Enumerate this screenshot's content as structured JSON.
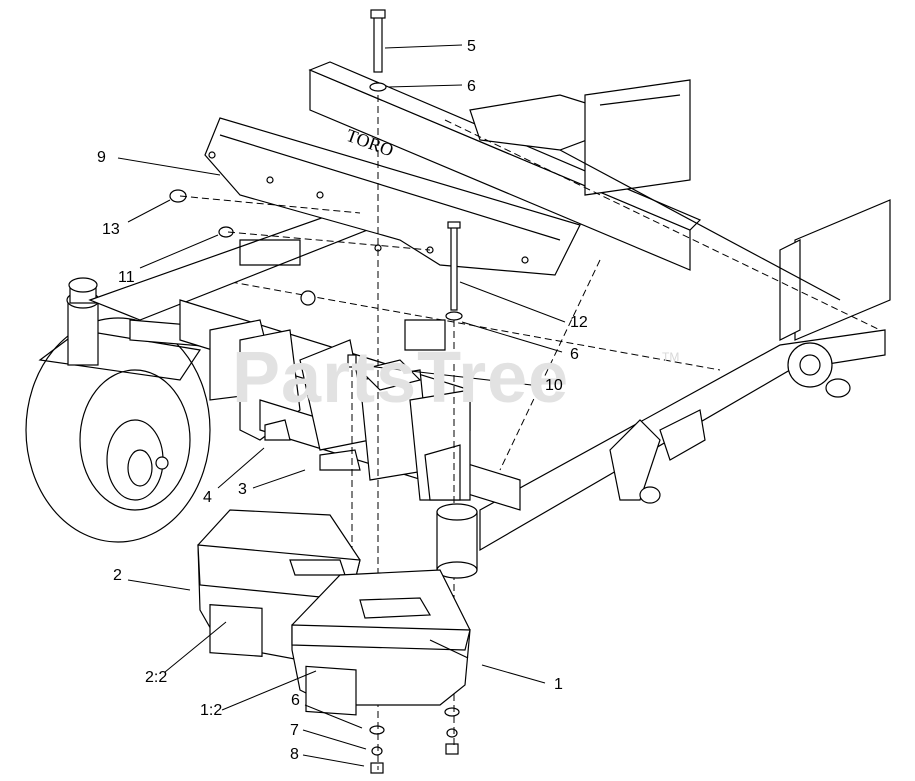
{
  "watermark": {
    "text": "PartsTree",
    "tm": "TM"
  },
  "logo": {
    "text": "TORO"
  },
  "callouts": [
    {
      "id": "c5",
      "text": "5"
    },
    {
      "id": "c6a",
      "text": "6"
    },
    {
      "id": "c9",
      "text": "9"
    },
    {
      "id": "c13",
      "text": "13"
    },
    {
      "id": "c11",
      "text": "11"
    },
    {
      "id": "c12",
      "text": "12"
    },
    {
      "id": "c6b",
      "text": "6"
    },
    {
      "id": "c10",
      "text": "10"
    },
    {
      "id": "c4",
      "text": "4"
    },
    {
      "id": "c3",
      "text": "3"
    },
    {
      "id": "c2",
      "text": "2"
    },
    {
      "id": "c22",
      "text": "2:2"
    },
    {
      "id": "c1",
      "text": "1"
    },
    {
      "id": "c12b",
      "text": "1:2"
    },
    {
      "id": "c6c",
      "text": "6"
    },
    {
      "id": "c7",
      "text": "7"
    },
    {
      "id": "c8",
      "text": "8"
    }
  ],
  "colors": {
    "line": "#000000",
    "background": "#ffffff",
    "watermark": "#e2e2e2"
  }
}
